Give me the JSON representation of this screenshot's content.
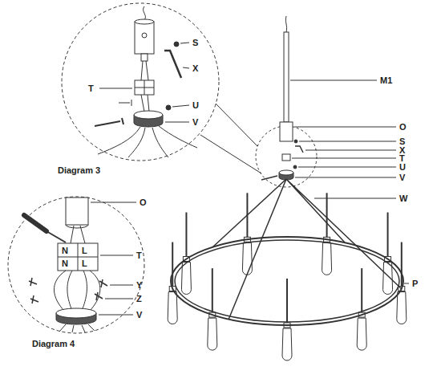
{
  "diagram": {
    "labels": [
      "S",
      "X",
      "T",
      "U",
      "V",
      "Diagram 3",
      "M1",
      "O",
      "S",
      "X",
      "T",
      "U",
      "V",
      "W",
      "P",
      "O",
      "N",
      "L",
      "N",
      "L",
      "T",
      "Y",
      "Z",
      "V",
      "Diagram 4"
    ]
  }
}
